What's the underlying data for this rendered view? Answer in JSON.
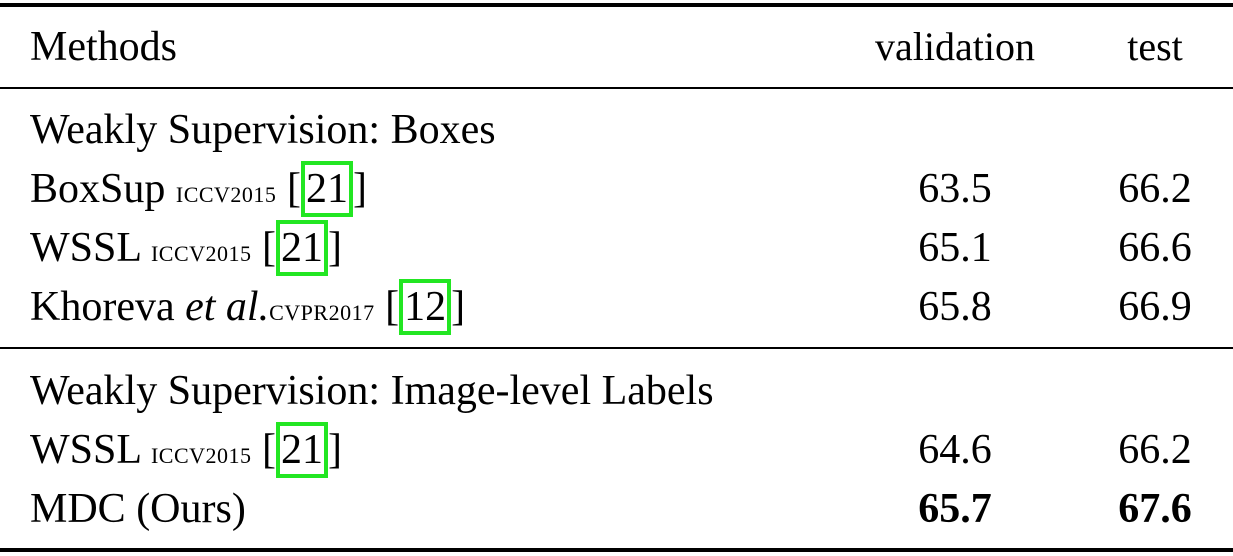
{
  "header": {
    "methods": "Methods",
    "validation": "validation",
    "test": "test"
  },
  "sections": [
    {
      "title": "Weakly Supervision: Boxes",
      "rows": [
        {
          "name": "BoxSup",
          "venue": "ICCV2015",
          "cite": "21",
          "validation": "63.5",
          "test": "66.2"
        },
        {
          "name": "WSSL",
          "venue": "ICCV2015",
          "cite": "21",
          "validation": "65.1",
          "test": "66.6"
        },
        {
          "name_main": "Khoreva ",
          "name_italic": "et al.",
          "venue": "CVPR2017",
          "cite": "12",
          "validation": "65.8",
          "test": "66.9"
        }
      ]
    },
    {
      "title": "Weakly Supervision: Image-level Labels",
      "rows": [
        {
          "name": "WSSL",
          "venue": "ICCV2015",
          "cite": "21",
          "validation": "64.6",
          "test": "66.2"
        },
        {
          "name": "MDC (Ours)",
          "validation": "65.7",
          "test": "67.6"
        }
      ]
    }
  ],
  "colors": {
    "cite_highlight": "#22e622"
  }
}
